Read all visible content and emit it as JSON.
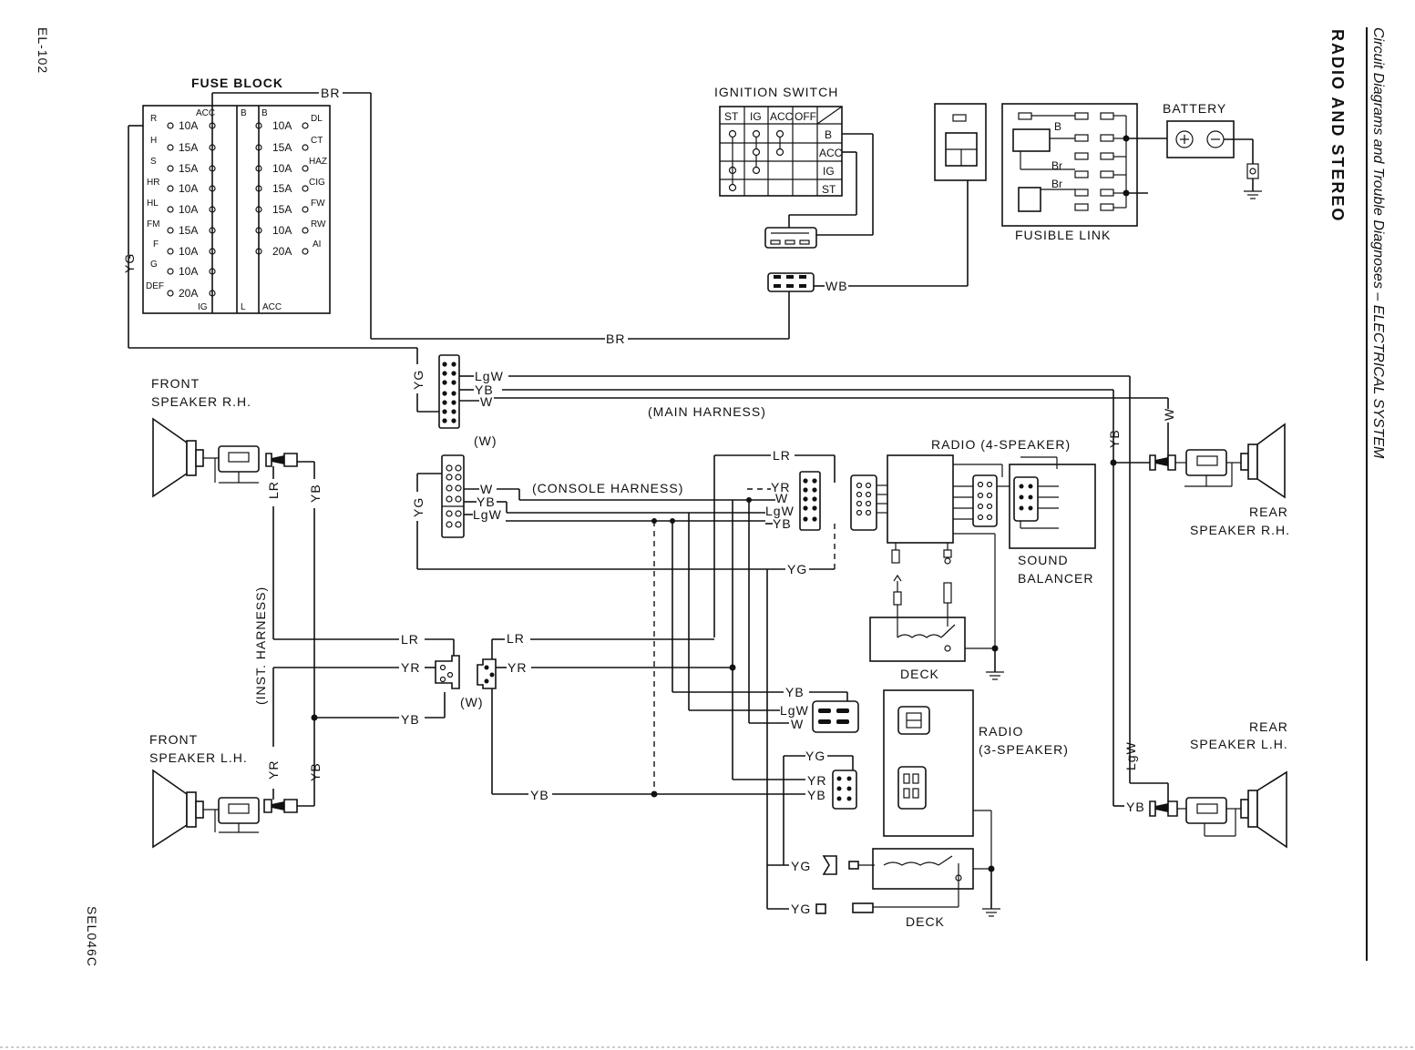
{
  "page": {
    "page_number": "EL-102",
    "section_title": "RADIO AND STEREO",
    "running_head": "Circuit Diagrams and Trouble Diagnoses – ELECTRICAL SYSTEM",
    "figure_code": "SEL046C"
  },
  "components": {
    "fuse_block": "FUSE BLOCK",
    "ignition_switch": "IGNITION SWITCH",
    "battery": "BATTERY",
    "fusible_link": "FUSIBLE LINK",
    "front_speaker_rh_1": "FRONT",
    "front_speaker_rh_2": "SPEAKER R.H.",
    "front_speaker_lh_1": "FRONT",
    "front_speaker_lh_2": "SPEAKER L.H.",
    "rear_speaker_rh_1": "REAR",
    "rear_speaker_rh_2": "SPEAKER R.H.",
    "rear_speaker_lh_1": "REAR",
    "rear_speaker_lh_2": "SPEAKER L.H.",
    "radio_4": "RADIO (4-SPEAKER)",
    "sound_balancer_1": "SOUND",
    "sound_balancer_2": "BALANCER",
    "deck_upper": "DECK",
    "deck_lower": "DECK",
    "radio_3_1": "RADIO",
    "radio_3_2": "(3-SPEAKER)",
    "main_harness": "(MAIN HARNESS)",
    "console_harness": "(CONSOLE HARNESS)",
    "inst_harness": "(INST. HARNESS)",
    "conn_w_1": "(W)",
    "conn_w_2": "(W)"
  },
  "fuse_block": {
    "top_labels": [
      "ACC",
      "B",
      "B"
    ],
    "bottom_labels": [
      "IG",
      "L",
      "ACC"
    ],
    "left_fuses": [
      {
        "circuit": "R",
        "rating": "10A"
      },
      {
        "circuit": "H",
        "rating": "15A"
      },
      {
        "circuit": "S",
        "rating": "15A"
      },
      {
        "circuit": "HR",
        "rating": "10A"
      },
      {
        "circuit": "HL",
        "rating": "10A"
      },
      {
        "circuit": "FM",
        "rating": "15A"
      },
      {
        "circuit": "F",
        "rating": "10A"
      },
      {
        "circuit": "G",
        "rating": "10A"
      },
      {
        "circuit": "DEF",
        "rating": "20A"
      }
    ],
    "right_fuses": [
      {
        "circuit": "DL",
        "rating": "10A"
      },
      {
        "circuit": "CT",
        "rating": "15A"
      },
      {
        "circuit": "HAZ",
        "rating": "10A"
      },
      {
        "circuit": "CIG",
        "rating": "15A"
      },
      {
        "circuit": "FW",
        "rating": "15A"
      },
      {
        "circuit": "RW",
        "rating": "10A"
      },
      {
        "circuit": "AI",
        "rating": "20A"
      }
    ]
  },
  "ignition_switch": {
    "columns": [
      "ST",
      "IG",
      "ACC",
      "OFF"
    ],
    "rows": [
      "B",
      "ACC",
      "IG",
      "ST"
    ]
  },
  "fusible_link": {
    "labels": [
      "B",
      "Br",
      "Br"
    ]
  },
  "wires": {
    "br_top": "BR",
    "br_bottom": "BR",
    "yg_left": "YG",
    "yg_main": "YG",
    "yg_console": "YG",
    "wb": "WB",
    "main_lgw": "LgW",
    "main_yb": "YB",
    "main_w": "W",
    "con_w": "W",
    "con_yb": "YB",
    "con_lgw": "LgW",
    "lr_top": "LR",
    "r4_yr": "YR",
    "r4_w": "W",
    "r4_lgw": "LgW",
    "r4_yb": "YB",
    "yg_mid": "YG",
    "front_rh_lr": "LR",
    "front_rh_yb": "YB",
    "front_lh_yr": "YR",
    "front_lh_yb": "YB",
    "inst_lr": "LR",
    "inst_yr": "YR",
    "inst_yb": "YB",
    "mid_lr": "LR",
    "mid_yr": "YR",
    "bottom_yb": "YB",
    "r3_yb": "YB",
    "r3_lgw": "LgW",
    "r3_w": "W",
    "r3_yg": "YG",
    "r3_yr": "YR",
    "r3_yb2": "YB",
    "deck_yg1": "YG",
    "deck_yg2": "YG",
    "rear_yb": "YB",
    "rear_w": "W",
    "rear_lgw": "LgW",
    "rear_lh_yb": "YB"
  }
}
